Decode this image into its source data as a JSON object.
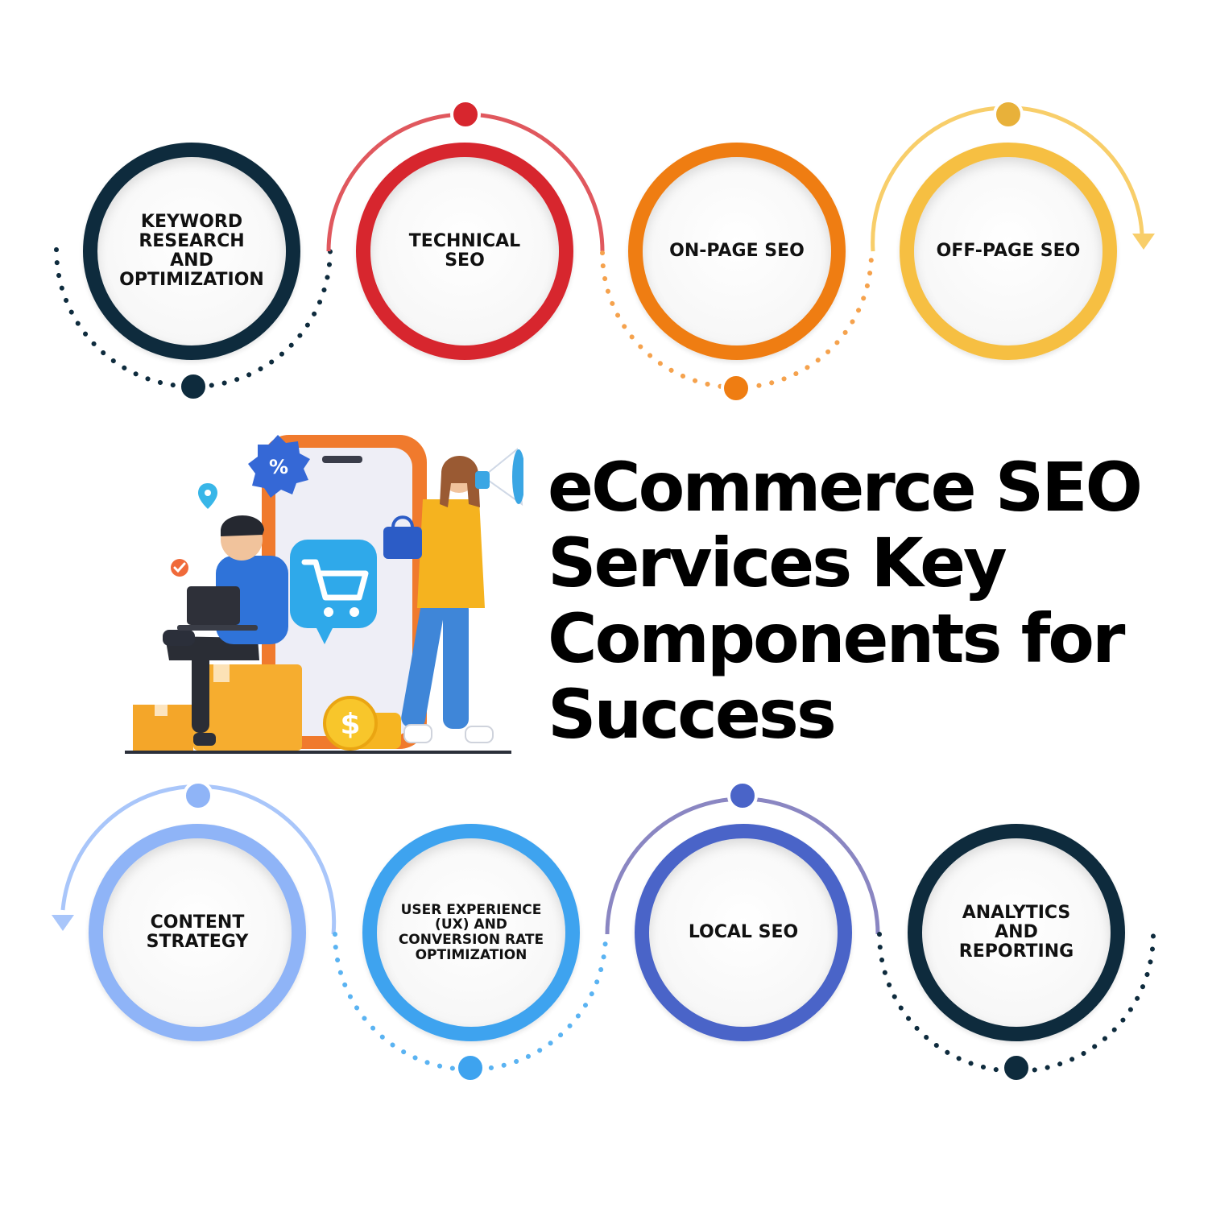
{
  "title": "eCommerce SEO Services Key Components for Success",
  "colors": {
    "navy": "#0e2b3d",
    "red": "#d7262e",
    "orange": "#ef7d12",
    "yellow": "#f6bf42",
    "light_blue": "#8fb4f7",
    "sky_blue": "#3ea3ef",
    "indigo": "#4a64c8"
  },
  "steps": [
    {
      "label": "KEYWORD\nRESEARCH\nAND\nOPTIMIZATION",
      "color": "#0e2b3d"
    },
    {
      "label": "TECHNICAL\nSEO",
      "color": "#d7262e"
    },
    {
      "label": "ON-PAGE SEO",
      "color": "#ef7d12"
    },
    {
      "label": "OFF-PAGE SEO",
      "color": "#f6bf42"
    },
    {
      "label": "CONTENT\nSTRATEGY",
      "color": "#8fb4f7"
    },
    {
      "label": "USER EXPERIENCE\n(UX) AND\nCONVERSION RATE\nOPTIMIZATION",
      "color": "#3ea3ef"
    },
    {
      "label": "LOCAL SEO",
      "color": "#4a64c8"
    },
    {
      "label": "ANALYTICS\nAND\nREPORTING",
      "color": "#0e2b3d"
    }
  ],
  "illustration": {
    "description_icons": [
      "percent-badge-icon",
      "location-pin-icon",
      "check-icon",
      "shopping-cart-icon",
      "dollar-coin-icon",
      "megaphone-icon",
      "handbag-icon",
      "laptop-icon"
    ],
    "percent_symbol": "%",
    "dollar_symbol": "$"
  }
}
